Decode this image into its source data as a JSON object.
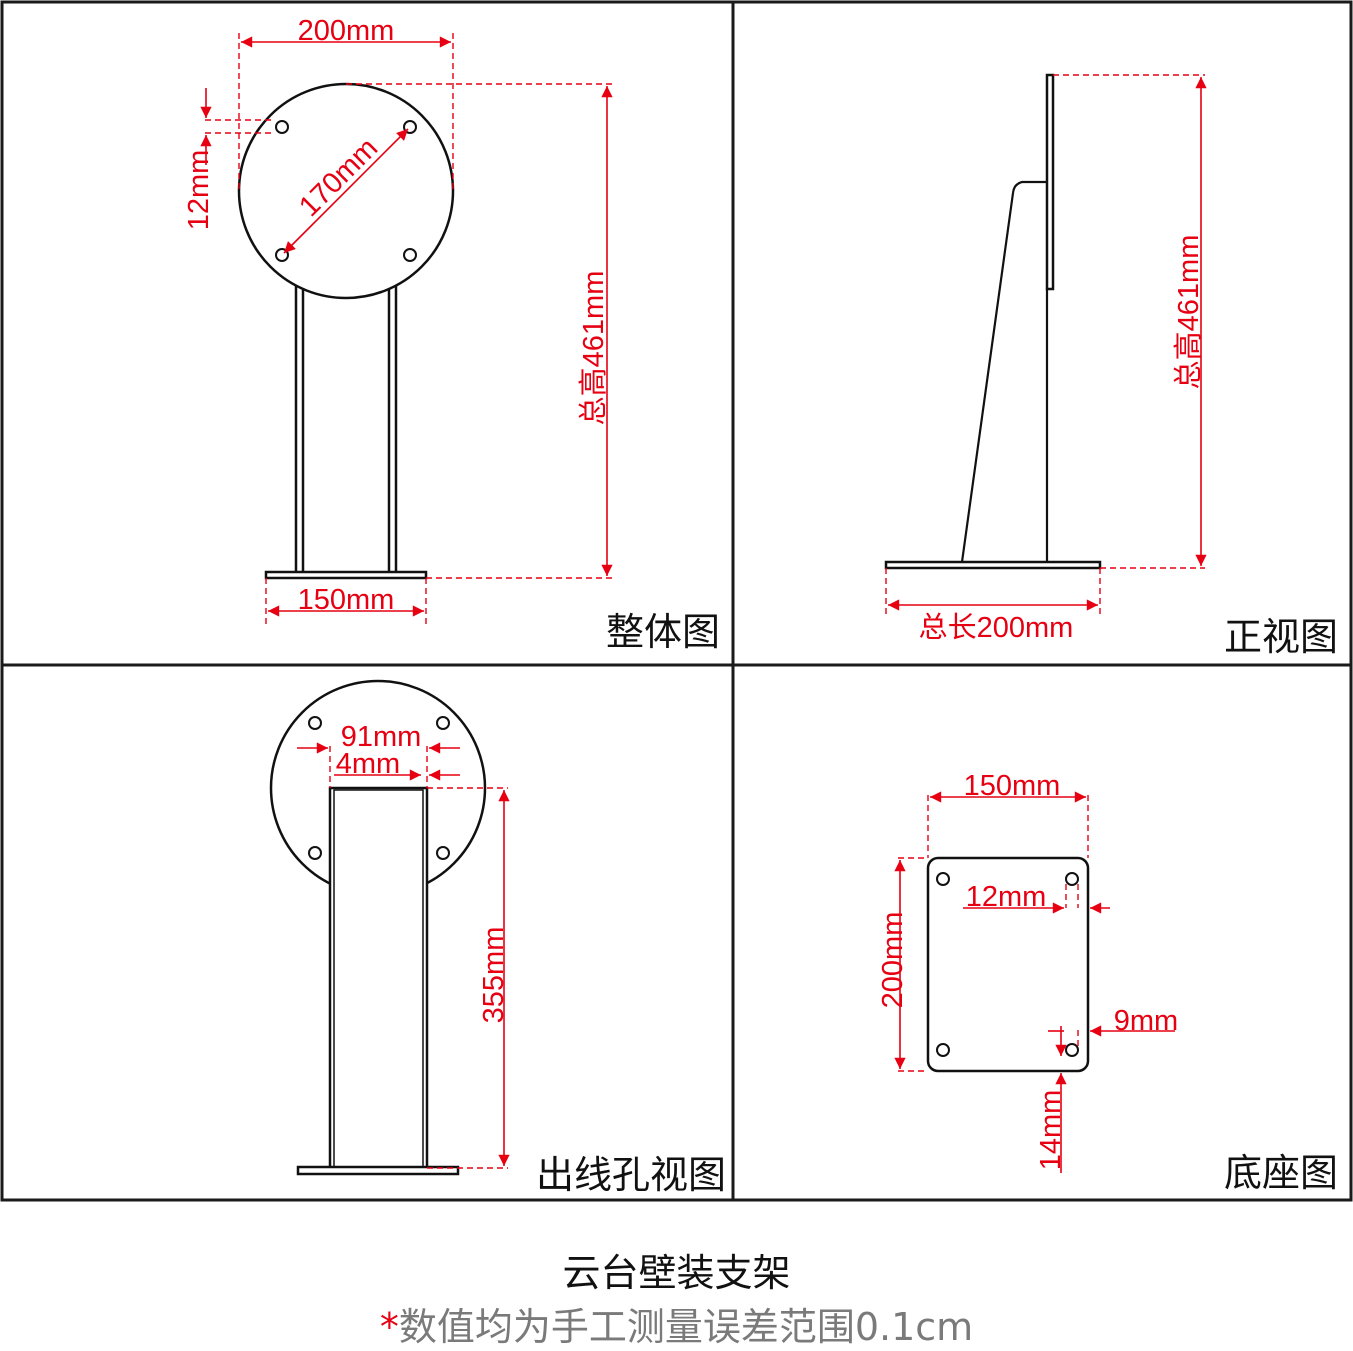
{
  "panels": {
    "overall": {
      "label": "整体图",
      "dims": {
        "top_width": "200mm",
        "hole_offset": "12mm",
        "hole_diagonal": "170mm",
        "total_height": "总高461mm",
        "base_width": "150mm"
      }
    },
    "front": {
      "label": "正视图",
      "dims": {
        "total_height": "总高461mm",
        "total_length": "总长200mm"
      }
    },
    "cable_hole": {
      "label": "出线孔视图",
      "dims": {
        "tube_width": "91mm",
        "wall_thickness": "4mm",
        "tube_height": "355mm"
      }
    },
    "base": {
      "label": "底座图",
      "dims": {
        "width": "150mm",
        "height": "200mm",
        "hole_edge_offset": "12mm",
        "hole_diameter": "9mm",
        "hole_bottom_offset": "14mm"
      }
    }
  },
  "footer": {
    "title": "云台壁装支架",
    "note_star": "*",
    "note": "数值均为手工测量误差范围0.1cm"
  },
  "colors": {
    "dimension": "#e60012",
    "line": "#111111",
    "note": "#7a7a7a"
  }
}
